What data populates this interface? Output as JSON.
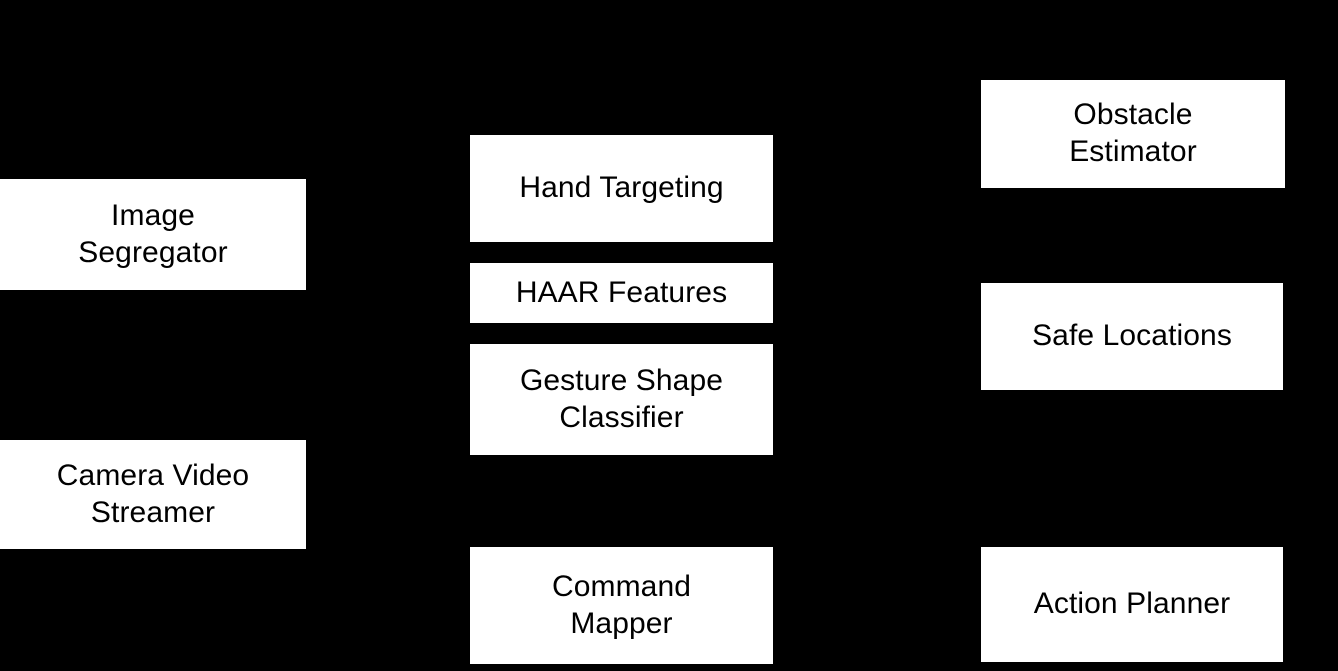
{
  "diagram": {
    "background_color": "#000000",
    "node_fill_color": "#ffffff",
    "node_text_color": "#000000",
    "columns": {
      "left": {
        "nodes": [
          {
            "id": "image-segregator",
            "label": "Image\nSegregator"
          },
          {
            "id": "camera-video-streamer",
            "label": "Camera Video\nStreamer"
          }
        ]
      },
      "middle": {
        "nodes": [
          {
            "id": "hand-targeting",
            "label": "Hand Targeting"
          },
          {
            "id": "haar-features",
            "label": "HAAR Features"
          },
          {
            "id": "gesture-shape-classifier",
            "label": "Gesture Shape\nClassifier"
          },
          {
            "id": "command-mapper",
            "label": "Command\nMapper"
          }
        ]
      },
      "right": {
        "nodes": [
          {
            "id": "obstacle-estimator",
            "label": "Obstacle\nEstimator"
          },
          {
            "id": "safe-locations",
            "label": "Safe Locations"
          },
          {
            "id": "action-planner",
            "label": "Action Planner"
          }
        ]
      }
    }
  }
}
